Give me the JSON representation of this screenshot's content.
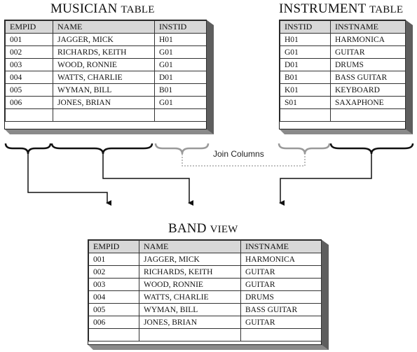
{
  "musician": {
    "caption_main": "MUSICIAN",
    "caption_sc": "TABLE",
    "headers": [
      "EMPID",
      "NAME",
      "INSTID"
    ],
    "rows": [
      [
        "001",
        "JAGGER, MICK",
        "H01"
      ],
      [
        "002",
        "RICHARDS, KEITH",
        "G01"
      ],
      [
        "003",
        "WOOD, RONNIE",
        "G01"
      ],
      [
        "004",
        "WATTS, CHARLIE",
        "D01"
      ],
      [
        "005",
        "WYMAN, BILL",
        "B01"
      ],
      [
        "006",
        "JONES, BRIAN",
        "G01"
      ],
      [
        "",
        "",
        ""
      ]
    ]
  },
  "instrument": {
    "caption_main": "INSTRUMENT",
    "caption_sc": "TABLE",
    "headers": [
      "INSTID",
      "INSTNAME"
    ],
    "rows": [
      [
        "H01",
        "HARMONICA"
      ],
      [
        "G01",
        "GUITAR"
      ],
      [
        "D01",
        "DRUMS"
      ],
      [
        "B01",
        "BASS GUITAR"
      ],
      [
        "K01",
        "KEYBOARD"
      ],
      [
        "S01",
        "SAXAPHONE"
      ],
      [
        "",
        ""
      ]
    ]
  },
  "band": {
    "caption_main": "BAND",
    "caption_sc": "VIEW",
    "headers": [
      "EMPID",
      "NAME",
      "INSTNAME"
    ],
    "rows": [
      [
        "001",
        "JAGGER, MICK",
        "HARMONICA"
      ],
      [
        "002",
        "RICHARDS, KEITH",
        "GUITAR"
      ],
      [
        "003",
        "WOOD, RONNIE",
        "GUITAR"
      ],
      [
        "004",
        "WATTS, CHARLIE",
        "DRUMS"
      ],
      [
        "005",
        "WYMAN, BILL",
        "BASS GUITAR"
      ],
      [
        "006",
        "JONES, BRIAN",
        "GUITAR"
      ],
      [
        "",
        "",
        ""
      ]
    ]
  },
  "join_label": "Join Columns",
  "colors": {
    "line": "#111111",
    "join_line": "#9a9a9a",
    "header_fill": "#d8d8d8",
    "bevel": "#8a8a8a"
  }
}
